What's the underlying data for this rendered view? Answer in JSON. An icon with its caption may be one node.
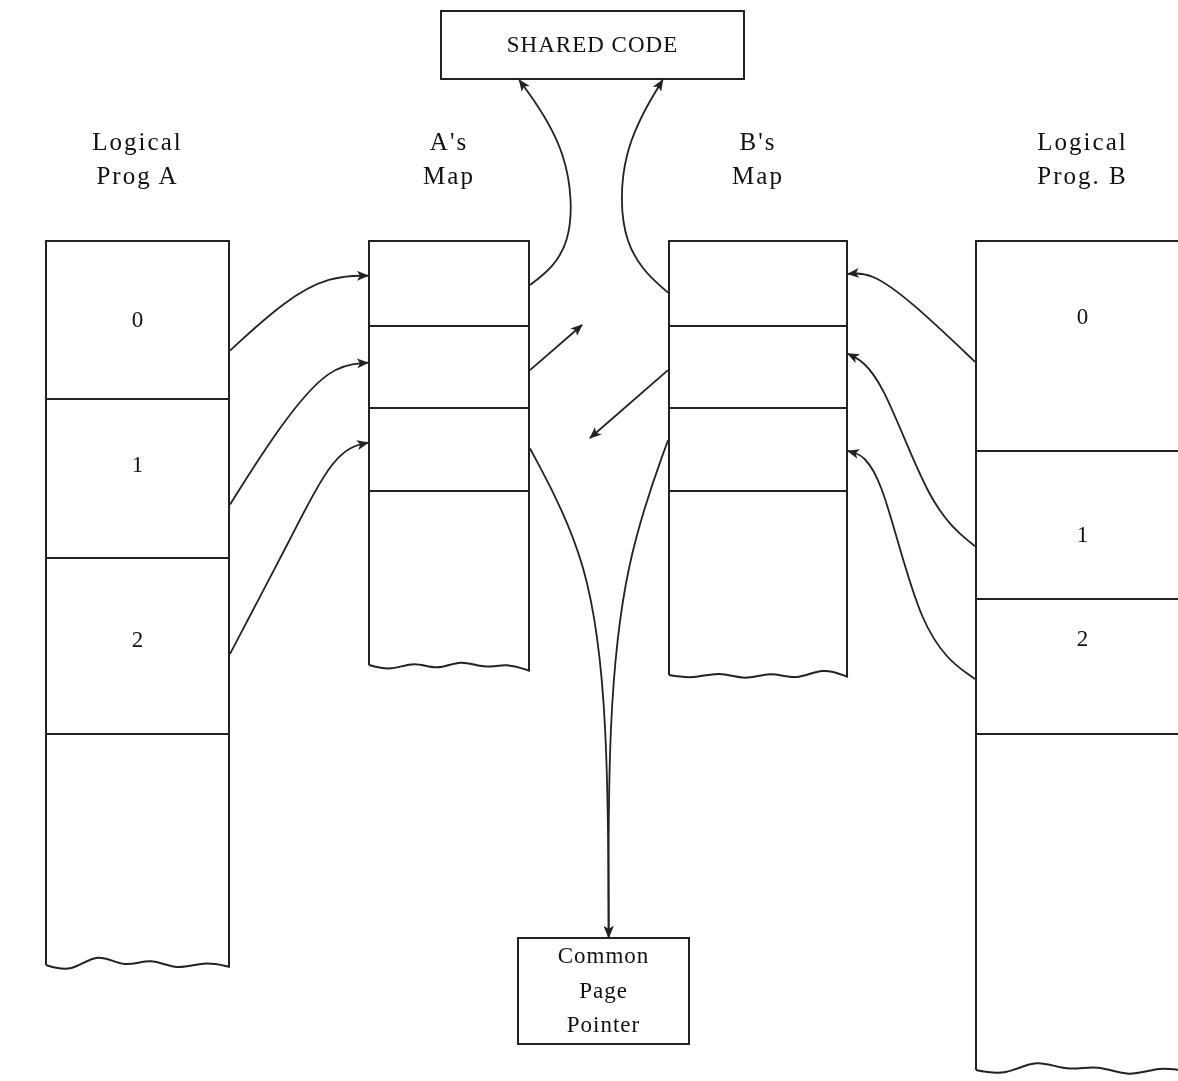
{
  "diagram": {
    "nodes": [
      {
        "text": [
          "SHARED CODE"
        ]
      },
      {
        "text": [
          "Logical Prog A"
        ]
      },
      {
        "text": [
          "0"
        ],
        "in": 1
      },
      {
        "text": [
          "1"
        ],
        "in": 1
      },
      {
        "text": [
          "2"
        ],
        "in": 1
      },
      {
        "text": [],
        "shape": "box",
        "in": 1
      },
      {
        "text": [
          "A's Map"
        ]
      },
      {
        "text": [],
        "shape": "box",
        "in": 6
      },
      {
        "text": [],
        "shape": "box",
        "in": 6
      },
      {
        "text": [],
        "shape": "box",
        "in": 6
      },
      {
        "text": [],
        "shape": "box",
        "in": 6
      },
      {
        "text": [
          "B's Map"
        ]
      },
      {
        "text": [],
        "shape": "box",
        "in": 11
      },
      {
        "text": [],
        "shape": "box",
        "in": 11
      },
      {
        "text": [],
        "shape": "box",
        "in": 11
      },
      {
        "text": [],
        "shape": "box",
        "in": 11
      },
      {
        "text": [
          "Logical Prog. B"
        ]
      },
      {
        "text": [
          "0"
        ],
        "in": 16
      },
      {
        "text": [
          "1"
        ],
        "in": 16
      },
      {
        "text": [
          "2"
        ],
        "in": 16
      },
      {
        "text": [],
        "shape": "box",
        "in": 16
      },
      {
        "text": [
          "Common Page Pointer"
        ]
      }
    ],
    "edges": [
      {
        "from": 2,
        "to": 7,
        "arrow": "to"
      },
      {
        "from": 3,
        "to": 8,
        "arrow": "to"
      },
      {
        "from": 4,
        "to": 9,
        "arrow": "to"
      },
      {
        "from": 7,
        "to": 0,
        "arrow": "to"
      },
      {
        "from": 12,
        "to": 0,
        "arrow": "to"
      },
      {
        "from": 8,
        "to": null,
        "arrow": "to"
      },
      {
        "from": 13,
        "to": null,
        "arrow": "to"
      },
      {
        "from": 9,
        "to": 21,
        "arrow": "to"
      },
      {
        "from": 14,
        "to": 21,
        "arrow": "to"
      },
      {
        "from": 17,
        "to": 12,
        "arrow": "to"
      },
      {
        "from": 18,
        "to": 13,
        "arrow": "to"
      },
      {
        "from": 19,
        "to": 14,
        "arrow": "to"
      }
    ]
  }
}
